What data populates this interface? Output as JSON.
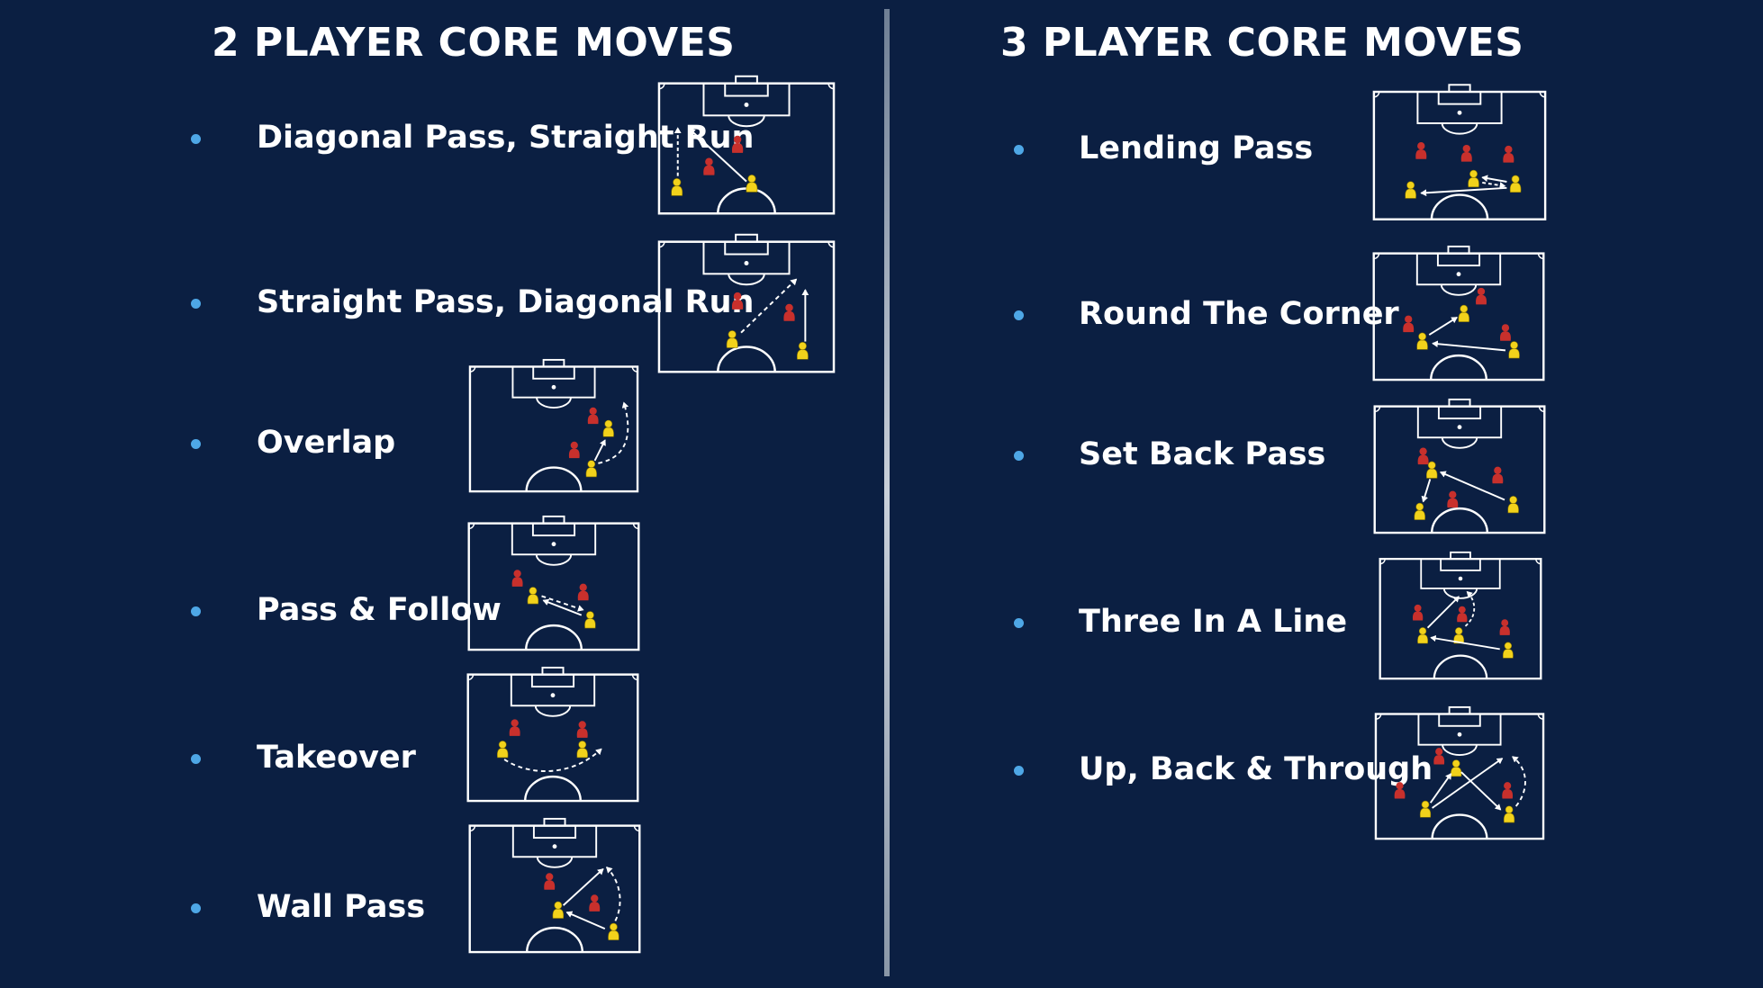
{
  "left_heading": "2 PLAYER CORE MOVES",
  "right_heading": "3 PLAYER CORE MOVES",
  "two_player_moves": [
    {
      "label": "Diagonal Pass, Straight Run"
    },
    {
      "label": "Straight Pass, Diagonal Run"
    },
    {
      "label": "Overlap"
    },
    {
      "label": "Pass & Follow"
    },
    {
      "label": "Takeover"
    },
    {
      "label": "Wall Pass"
    }
  ],
  "three_player_moves": [
    {
      "label": "Lending Pass"
    },
    {
      "label": "Round The Corner"
    },
    {
      "label": "Set Back Pass"
    },
    {
      "label": "Three In A Line"
    },
    {
      "label": "Up, Back & Through"
    }
  ],
  "colors": {
    "background": "#0b1f42",
    "bullet": "#4ea7e6",
    "attacker": "#f2d21b",
    "defender": "#c8302c",
    "pitch_lines": "#ffffff"
  }
}
